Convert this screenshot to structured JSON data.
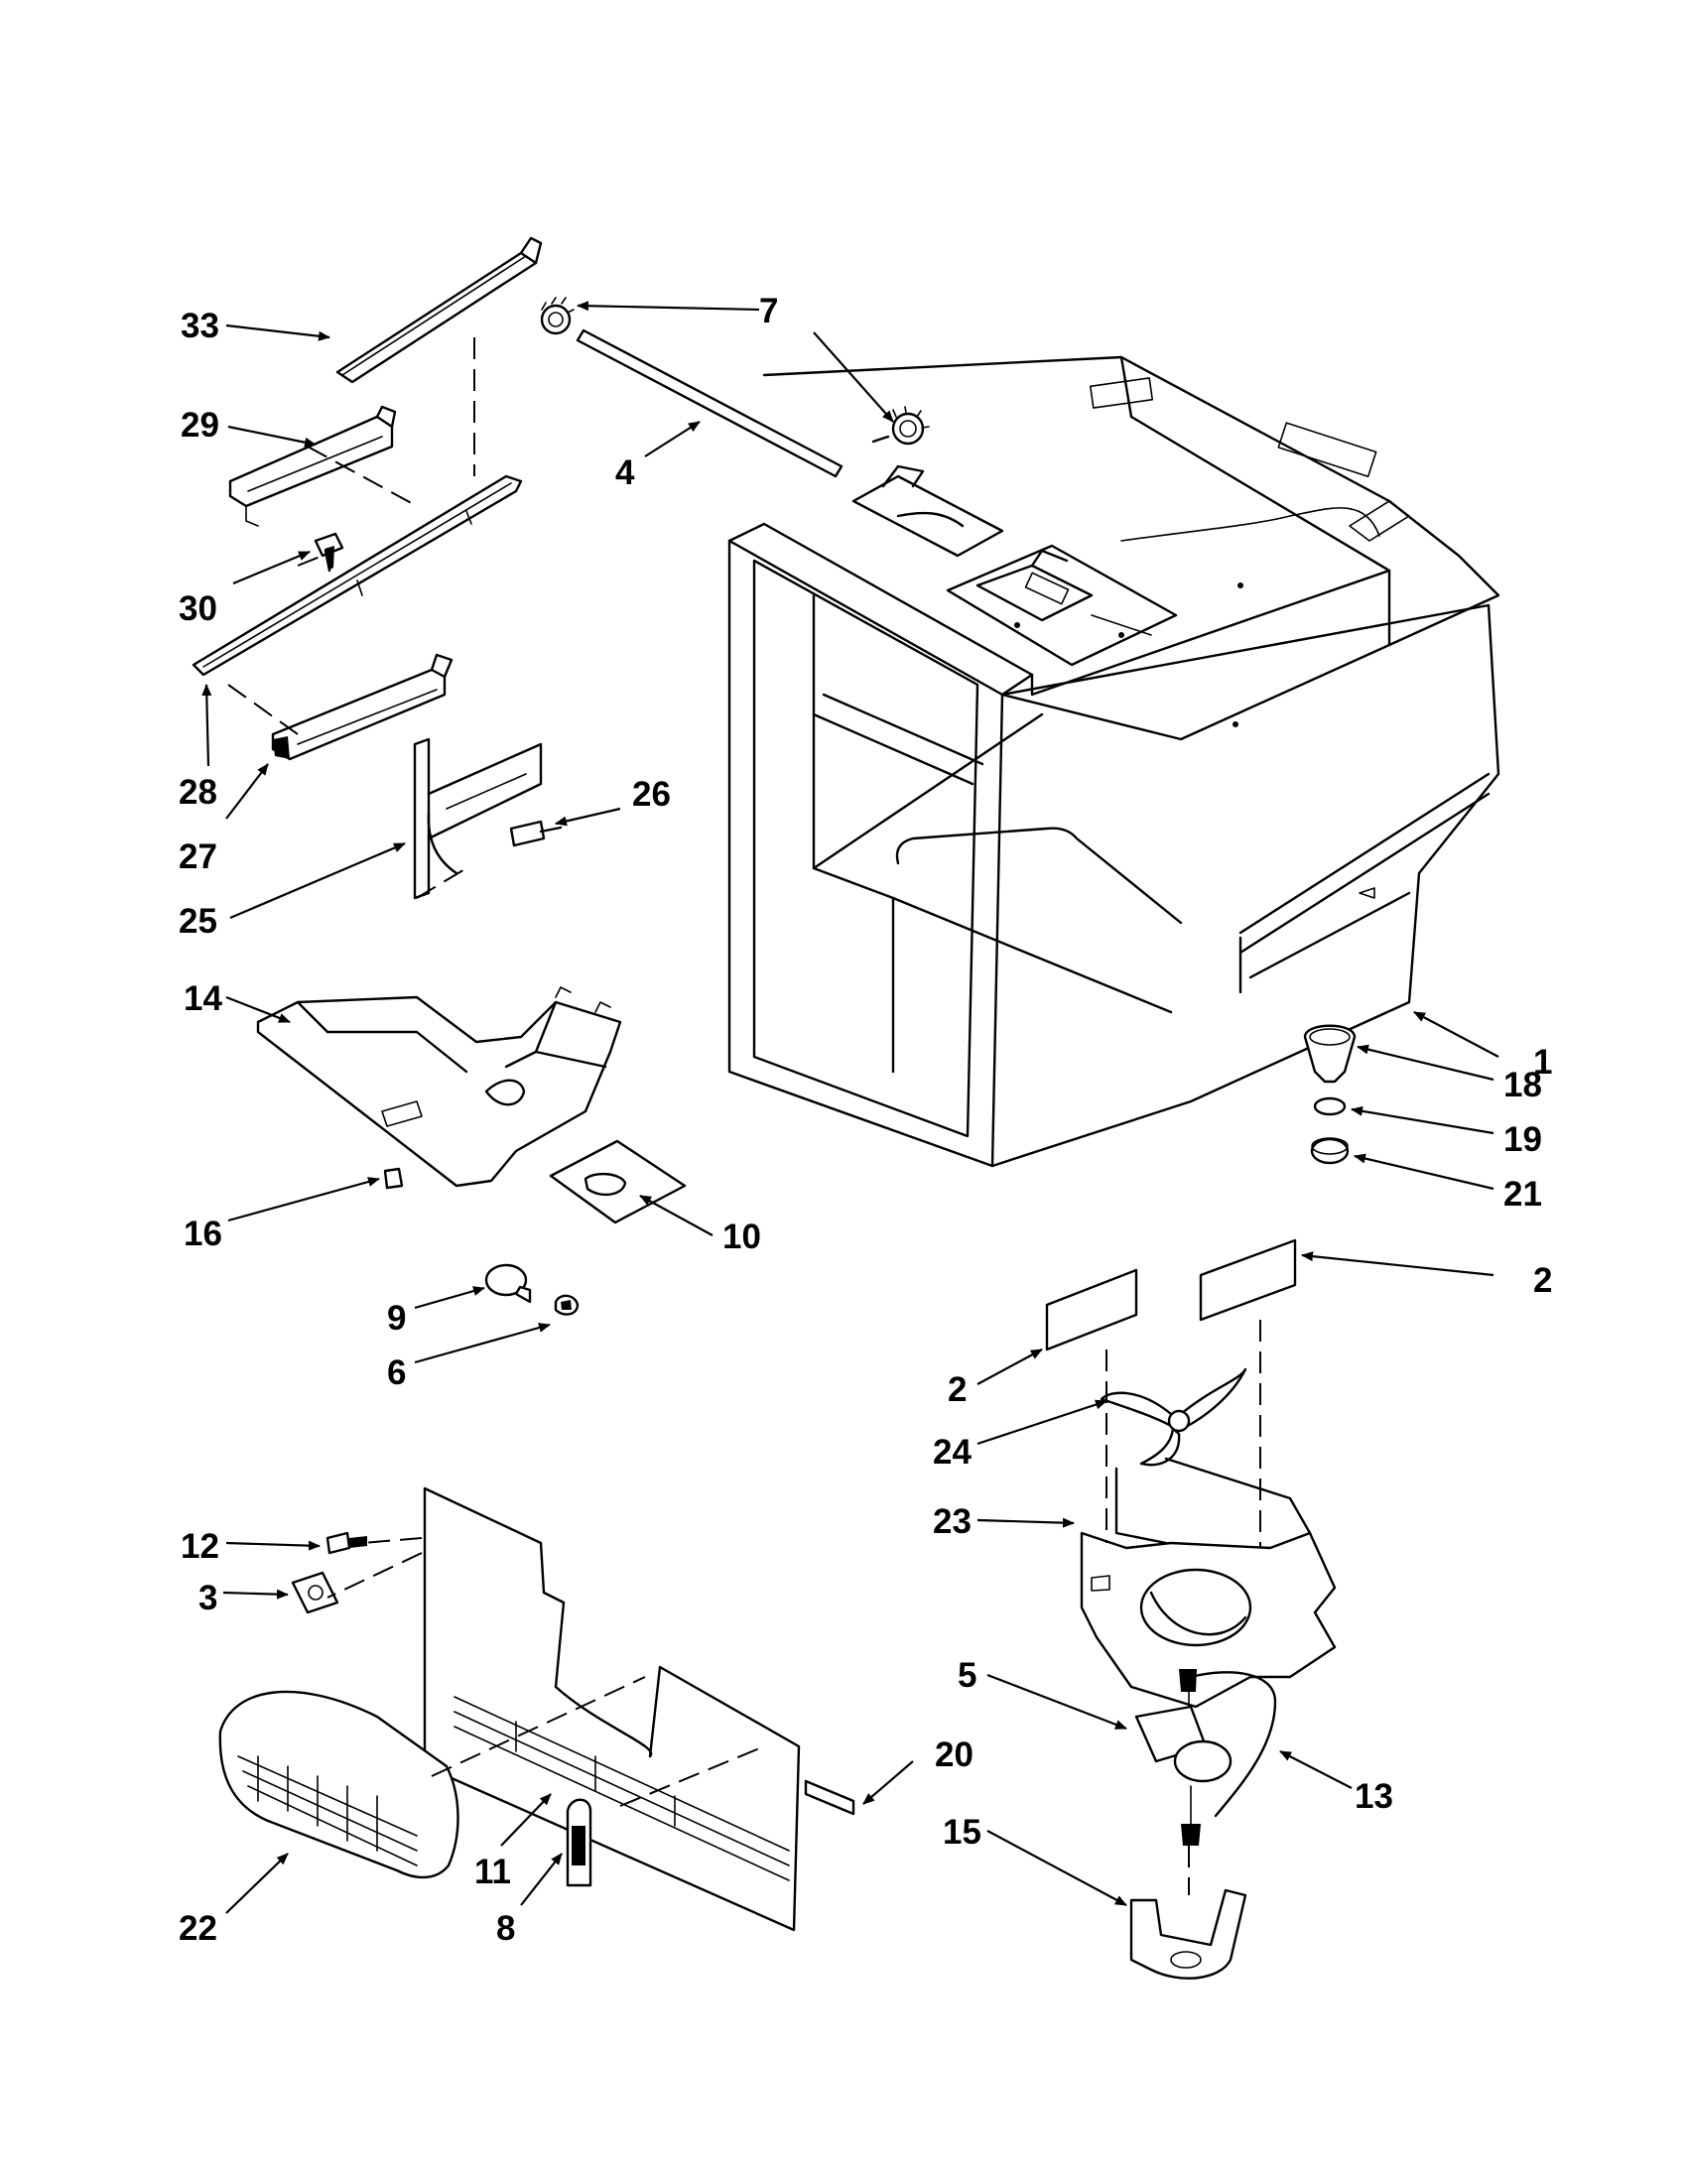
{
  "callouts": {
    "c1": "1",
    "c2a": "2",
    "c2b": "2",
    "c3": "3",
    "c4": "4",
    "c5": "5",
    "c6": "6",
    "c7": "7",
    "c8": "8",
    "c9": "9",
    "c10": "10",
    "c11": "11",
    "c12": "12",
    "c13": "13",
    "c14": "14",
    "c15": "15",
    "c16": "16",
    "c18": "18",
    "c19": "19",
    "c20": "20",
    "c21": "21",
    "c22": "22",
    "c23": "23",
    "c24": "24",
    "c25": "25",
    "c26": "26",
    "c27": "27",
    "c28": "28",
    "c29": "29",
    "c30": "30",
    "c33": "33"
  }
}
